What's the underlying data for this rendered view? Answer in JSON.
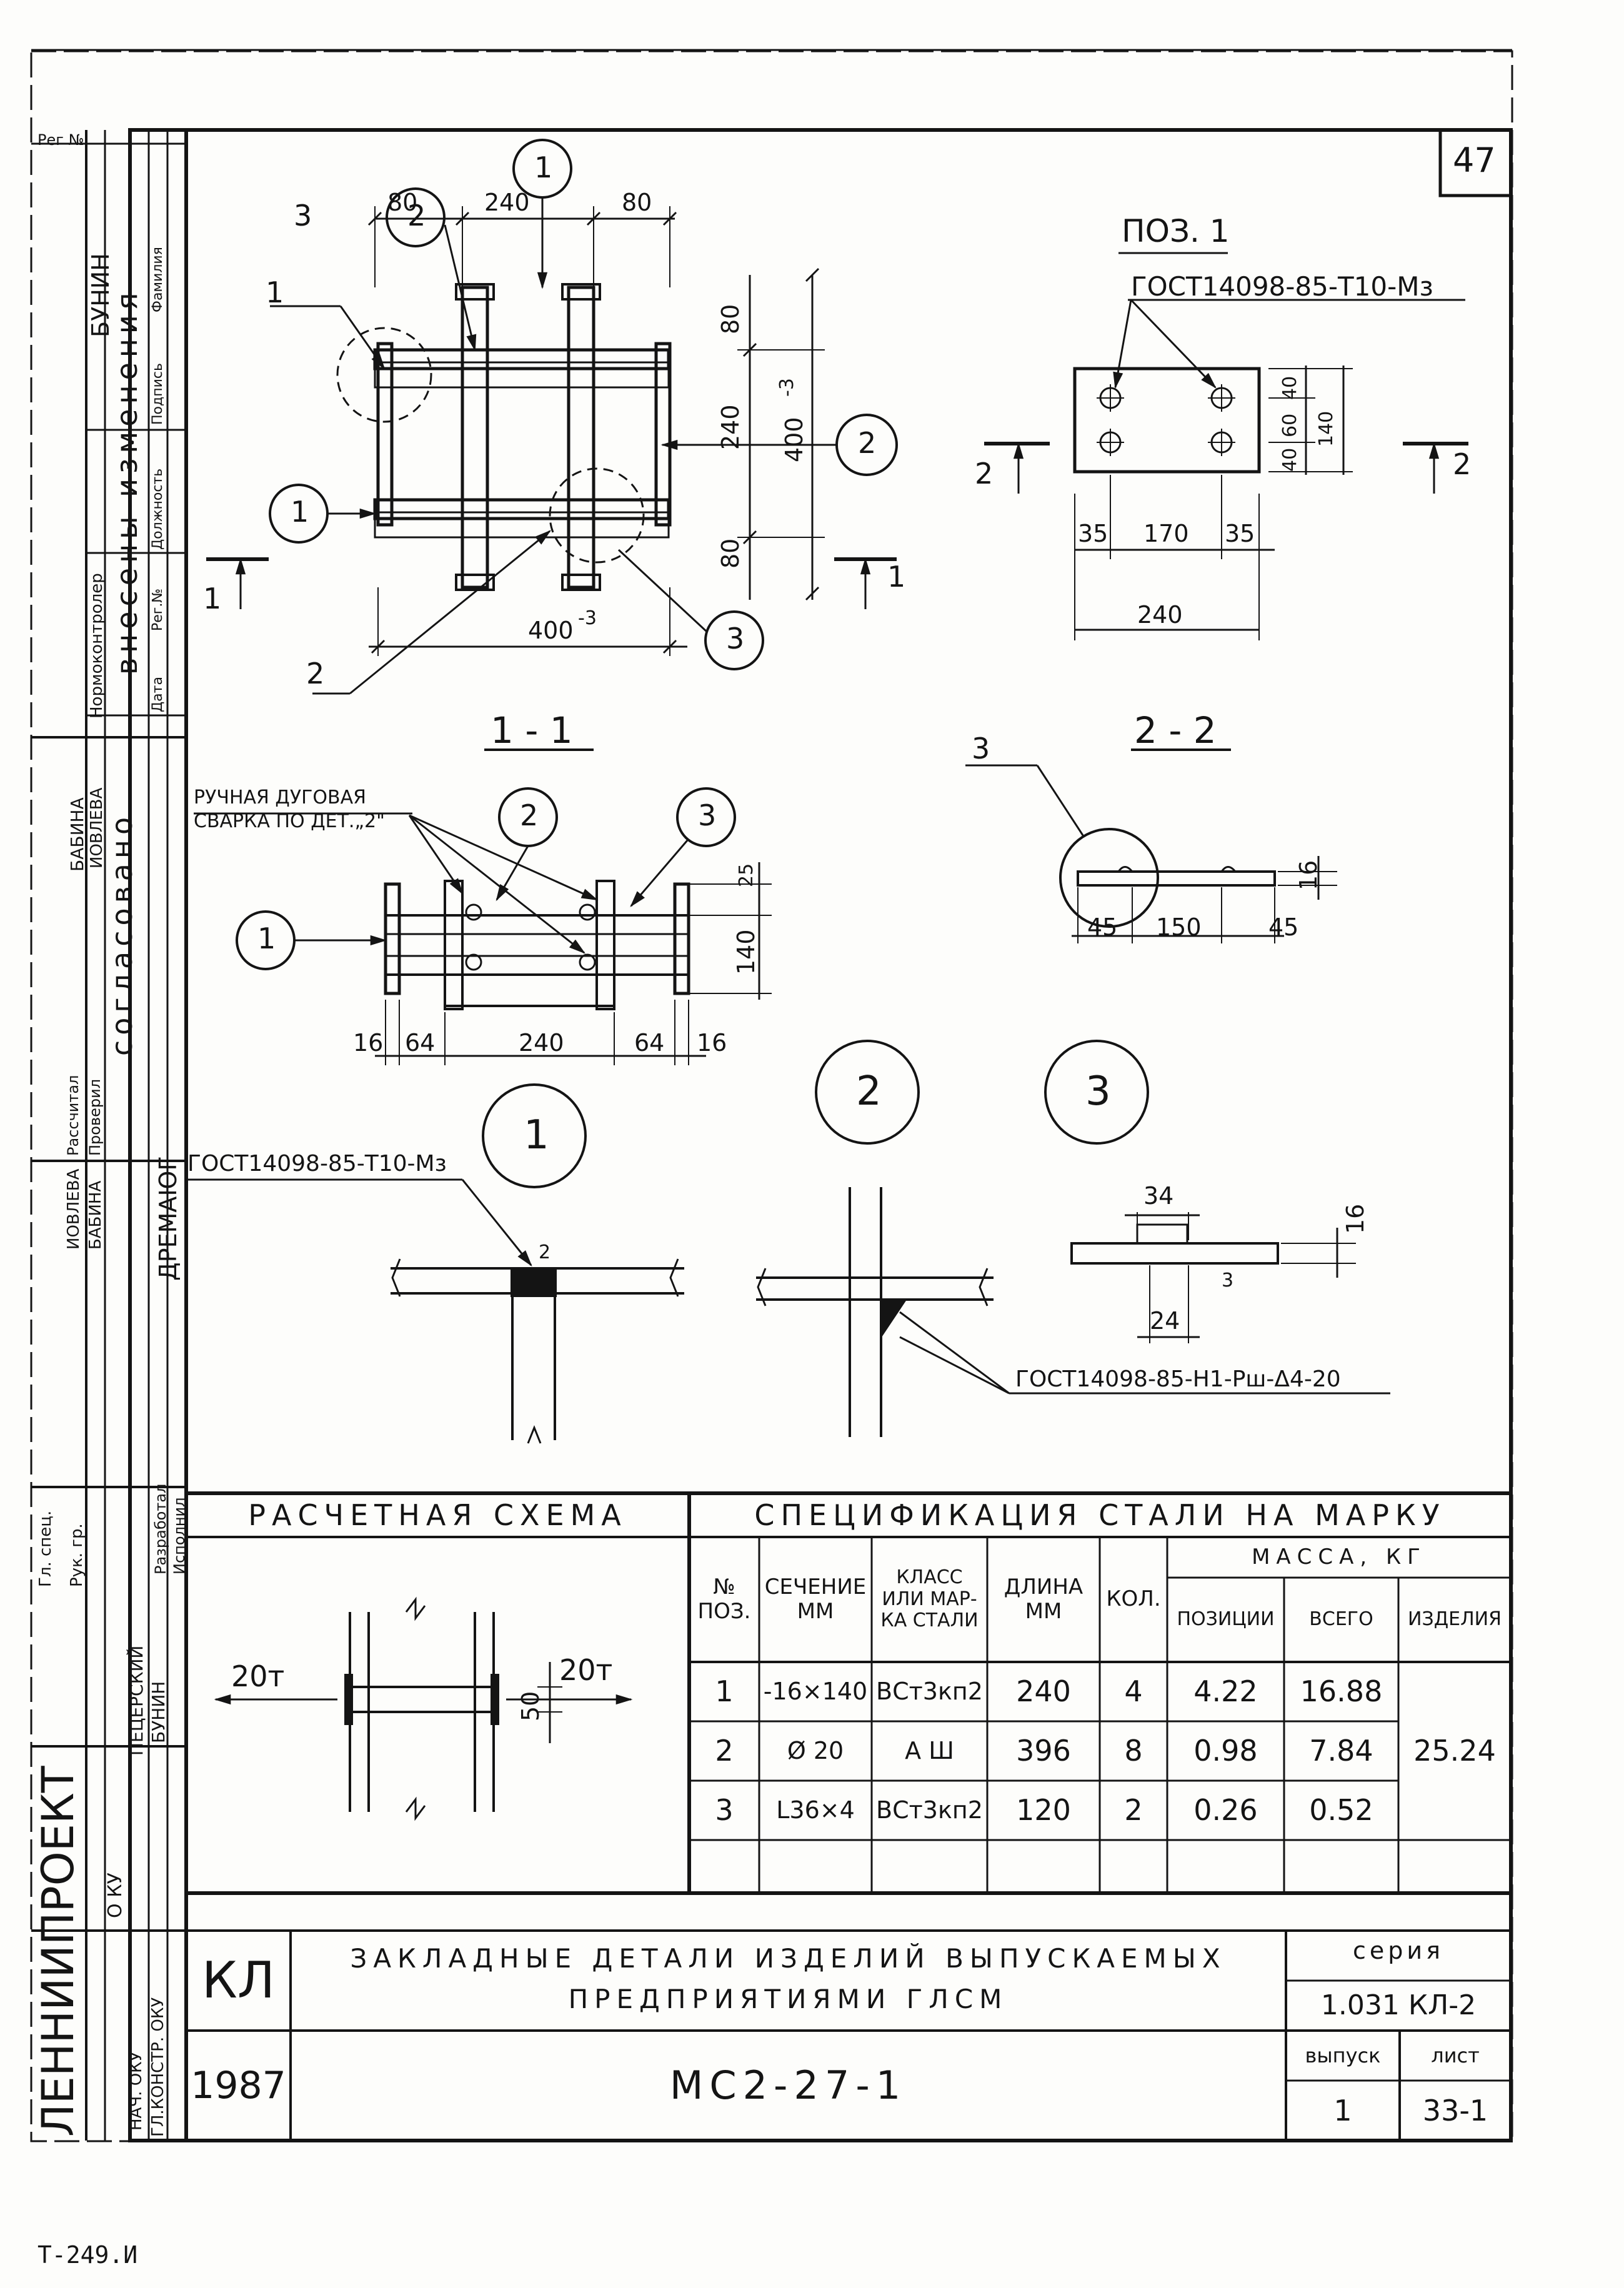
{
  "sheet_number": "47",
  "bottom_code": "Т-249.И",
  "left_strip": {
    "reg_no": "Рег №",
    "changes_title": "внесены изменения",
    "change_columns": [
      "Дата",
      "Рег.№",
      "Должность",
      "Подпись",
      "Фамилия"
    ],
    "change_entries": {
      "normocontrol_role": "Нормоконтролер",
      "name": "БУНИН"
    },
    "agreed_title": "согласовано",
    "checked_names": [
      "БАБИНА",
      "ИОВЛЕВА"
    ],
    "approval_roles": [
      "Рассчитал",
      "Проверил"
    ],
    "signers": [
      "ИОВЛЕВА",
      "БАБИНА",
      "ДРЕМАЮГ"
    ],
    "lower_roles": [
      "Гл. спец.",
      "Рук. гр.",
      "Разработал",
      "Исполнил"
    ],
    "institute": "ЛЕННИИПРОЕКТ",
    "dept": "О КУ",
    "dept_names": [
      "ПЕЦЕРСКИЙ",
      "БУНИН"
    ],
    "bottom_roles": [
      "НАЧ. ОКУ",
      "ГЛ.КОНСТР. ОКУ"
    ]
  },
  "plan_view": {
    "callouts": [
      "1",
      "2",
      "3",
      "1",
      "2",
      "3"
    ],
    "dims": {
      "top_left": "80",
      "top_mid": "240",
      "top_right": "80",
      "right_top": "80",
      "right_mid": "240",
      "right_bot": "80",
      "overall_v": "400",
      "overall_v_tol": "-3",
      "overall_h": "400",
      "overall_h_tol": "-3"
    },
    "section_marks": [
      "1",
      "1"
    ]
  },
  "pos1_view": {
    "title": "ПОЗ. 1",
    "gost": "ГОСТ14098-85-Т10-Мз",
    "dims": {
      "d40a": "40",
      "d60": "60",
      "d40b": "40",
      "d140": "140",
      "d35a": "35",
      "d170": "170",
      "d35b": "35",
      "d240": "240"
    },
    "section_marks": [
      "2",
      "2"
    ]
  },
  "section_1_1": {
    "title": "1 - 1",
    "weld_note": [
      "РУЧНАЯ ДУГОВАЯ",
      "СВАРКА ПО ДЕТ.„2\""
    ],
    "callouts": [
      "2",
      "3",
      "1"
    ],
    "dims": {
      "d16a": "16",
      "d64a": "64",
      "d240": "240",
      "d64b": "64",
      "d16b": "16",
      "d25": "25",
      "d140": "140"
    }
  },
  "section_2_2": {
    "title": "2 - 2",
    "callout": "3",
    "dims": {
      "d45a": "45",
      "d150": "150",
      "d45b": "45",
      "d16": "16"
    }
  },
  "detail_1": {
    "label": "1",
    "gost": "ГОСТ14098-85-Т10-Мз",
    "weld_size": "2"
  },
  "detail_2": {
    "label": "2",
    "gost": "ГОСТ14098-85-Н1-Рш-Δ4-20"
  },
  "detail_3": {
    "label": "3",
    "dims": {
      "d34": "34",
      "d16": "16",
      "d3": "3",
      "d24": "24"
    }
  },
  "calc_scheme": {
    "title": "РАСЧЕТНАЯ СХЕМА",
    "force_left": "20т",
    "force_right": "20т",
    "gap": "50"
  },
  "spec_table": {
    "title": "СПЕЦИФИКАЦИЯ СТАЛИ НА МАРКУ",
    "headers": {
      "pos": "№ ПОЗ.",
      "section": "СЕЧЕНИЕ ММ",
      "steel": "КЛАСС ИЛИ МАР-КА СТАЛИ",
      "length": "ДЛИНА ММ",
      "qty": "КОЛ.",
      "mass": "МАССА, КГ",
      "mass_pos": "ПОЗИЦИИ",
      "mass_total": "ВСЕГО",
      "mass_item": "ИЗДЕЛИЯ"
    },
    "rows": [
      {
        "pos": "1",
        "section": "-16×140",
        "steel": "ВСт3кп2",
        "length": "240",
        "qty": "4",
        "mass_pos": "4.22",
        "mass_total": "16.88"
      },
      {
        "pos": "2",
        "section": "Ø 20",
        "steel": "А Ш",
        "length": "396",
        "qty": "8",
        "mass_pos": "0.98",
        "mass_total": "7.84"
      },
      {
        "pos": "3",
        "section": "L36×4",
        "steel": "ВСт3кп2",
        "length": "120",
        "qty": "2",
        "mass_pos": "0.26",
        "mass_total": "0.52"
      }
    ],
    "mass_item": "25.24"
  },
  "title_block": {
    "code": "КЛ",
    "title_line1": "ЗАКЛАДНЫЕ ДЕТАЛИ ИЗДЕЛИЙ ВЫПУСКАЕМЫХ",
    "title_line2": "ПРЕДПРИЯТИЯМИ ГЛСМ",
    "series_label": "серия",
    "series": "1.031 КЛ-2",
    "year": "1987",
    "mark": "МС2-27-1",
    "issue_label": "выпуск",
    "issue": "1",
    "sheet_label": "лист",
    "sheet": "33-1"
  }
}
